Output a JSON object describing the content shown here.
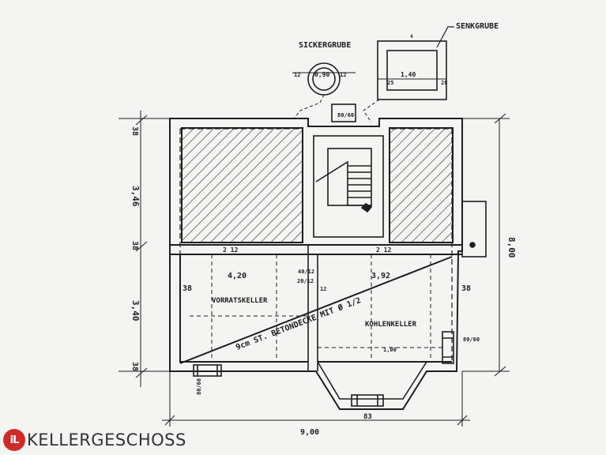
{
  "plan": {
    "tank_label": "SENKGRUBE",
    "seepage_pit_label": "SICKERGRUBE",
    "storage_cellar_label": "VORRATSKELLER",
    "coal_cellar_label": "KOHLENKELLER",
    "slab_note": "9cm ST. BETONDECKE MIT Ø 1/2",
    "dims": {
      "wall_38_a": "38",
      "height_346": "3,46",
      "wall_38_b": "38",
      "height_340": "3,40",
      "wall_38_c": "38",
      "right_800": "8,00",
      "bottom_900": "9,00",
      "storage_width": "4,20",
      "coal_width": "3,92",
      "seep_diam": "0,90",
      "seep_wall_l": "12",
      "seep_wall_r": "12",
      "tank_w": "1,40",
      "tank_l": "25",
      "tank_r": "28",
      "tank_top": "4",
      "room_38_left": "38",
      "room_38_right": "38",
      "win_top": "80/60",
      "win_left": "80/60",
      "win_right": "80/60",
      "win_bottom": "83",
      "door_2012": "20/12",
      "door_12": "12",
      "door_4012": "40/12",
      "coal_100": "1,00",
      "beam_tl": "2 12",
      "beam_tr": "2 12"
    }
  },
  "footer": {
    "logo_text": "iL",
    "title": "KELLERGESCHOSS"
  },
  "colors": {
    "ink": "#1e1e1e",
    "paper": "#f4f4f2",
    "logo": "#cf2a2a"
  }
}
